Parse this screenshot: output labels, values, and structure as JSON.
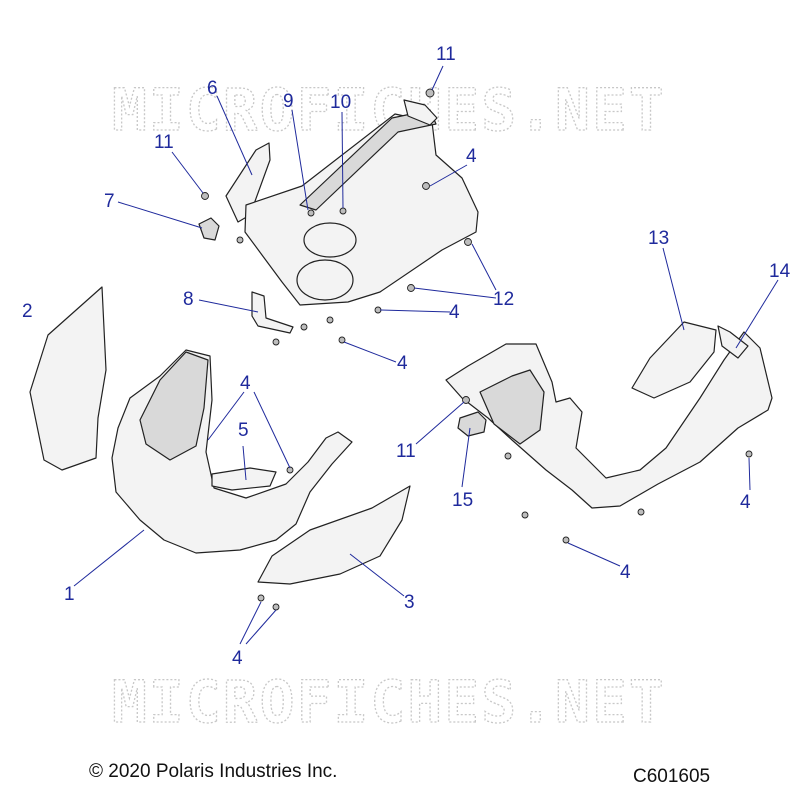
{
  "watermark": "MICROFICHES.NET",
  "copyright": "© 2020 Polaris Industries Inc.",
  "diagram_id": "C601605",
  "callouts": [
    {
      "id": "c11a",
      "label": "11"
    },
    {
      "id": "c6",
      "label": "6"
    },
    {
      "id": "c9",
      "label": "9"
    },
    {
      "id": "c10",
      "label": "10"
    },
    {
      "id": "c4a",
      "label": "4"
    },
    {
      "id": "c11b",
      "label": "11"
    },
    {
      "id": "c7",
      "label": "7"
    },
    {
      "id": "c13",
      "label": "13"
    },
    {
      "id": "c14",
      "label": "14"
    },
    {
      "id": "c2",
      "label": "2"
    },
    {
      "id": "c8",
      "label": "8"
    },
    {
      "id": "c12",
      "label": "12"
    },
    {
      "id": "c4b",
      "label": "4"
    },
    {
      "id": "c4c",
      "label": "4"
    },
    {
      "id": "c4d",
      "label": "4"
    },
    {
      "id": "c5",
      "label": "5"
    },
    {
      "id": "c11c",
      "label": "11"
    },
    {
      "id": "c15",
      "label": "15"
    },
    {
      "id": "c4e",
      "label": "4"
    },
    {
      "id": "c1",
      "label": "1"
    },
    {
      "id": "c3",
      "label": "3"
    },
    {
      "id": "c4f",
      "label": "4"
    },
    {
      "id": "c4g",
      "label": "4"
    }
  ]
}
